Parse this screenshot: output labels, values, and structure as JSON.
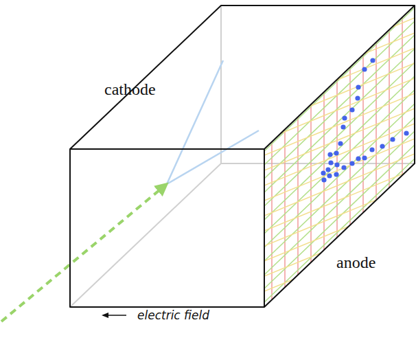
{
  "diagram": {
    "labels": [
      "cathode",
      "anode",
      "electric field"
    ]
  }
}
